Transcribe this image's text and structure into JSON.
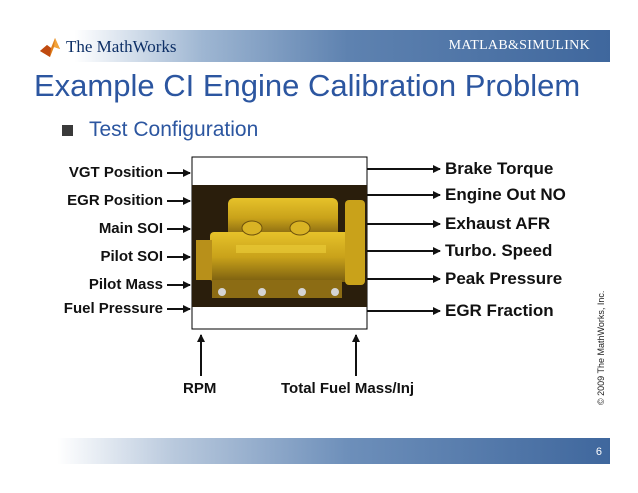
{
  "header": {
    "logo_text": "The MathWorks",
    "brand_text": "MATLAB&SIMULINK"
  },
  "slide": {
    "title": "Example CI Engine Calibration Problem",
    "bullet": "Test Configuration",
    "inputs": [
      "VGT Position",
      "EGR Position",
      "Main SOI",
      "Pilot SOI",
      "Pilot Mass",
      "Fuel Pressure"
    ],
    "outputs": [
      "Brake Torque",
      "Engine Out NO",
      "Exhaust AFR",
      "Turbo. Speed",
      "Peak Pressure",
      "EGR Fraction"
    ],
    "bottom_inputs": [
      "RPM",
      "Total Fuel Mass/Inj"
    ],
    "copyright": "© 2009 The MathWorks, Inc.",
    "page_number": "6"
  },
  "colors": {
    "title": "#2c56a0",
    "header_bar": "#3f679d",
    "engine": "#c9a21a"
  },
  "icons": [
    "mathworks-logo-icon",
    "engine-photo"
  ]
}
